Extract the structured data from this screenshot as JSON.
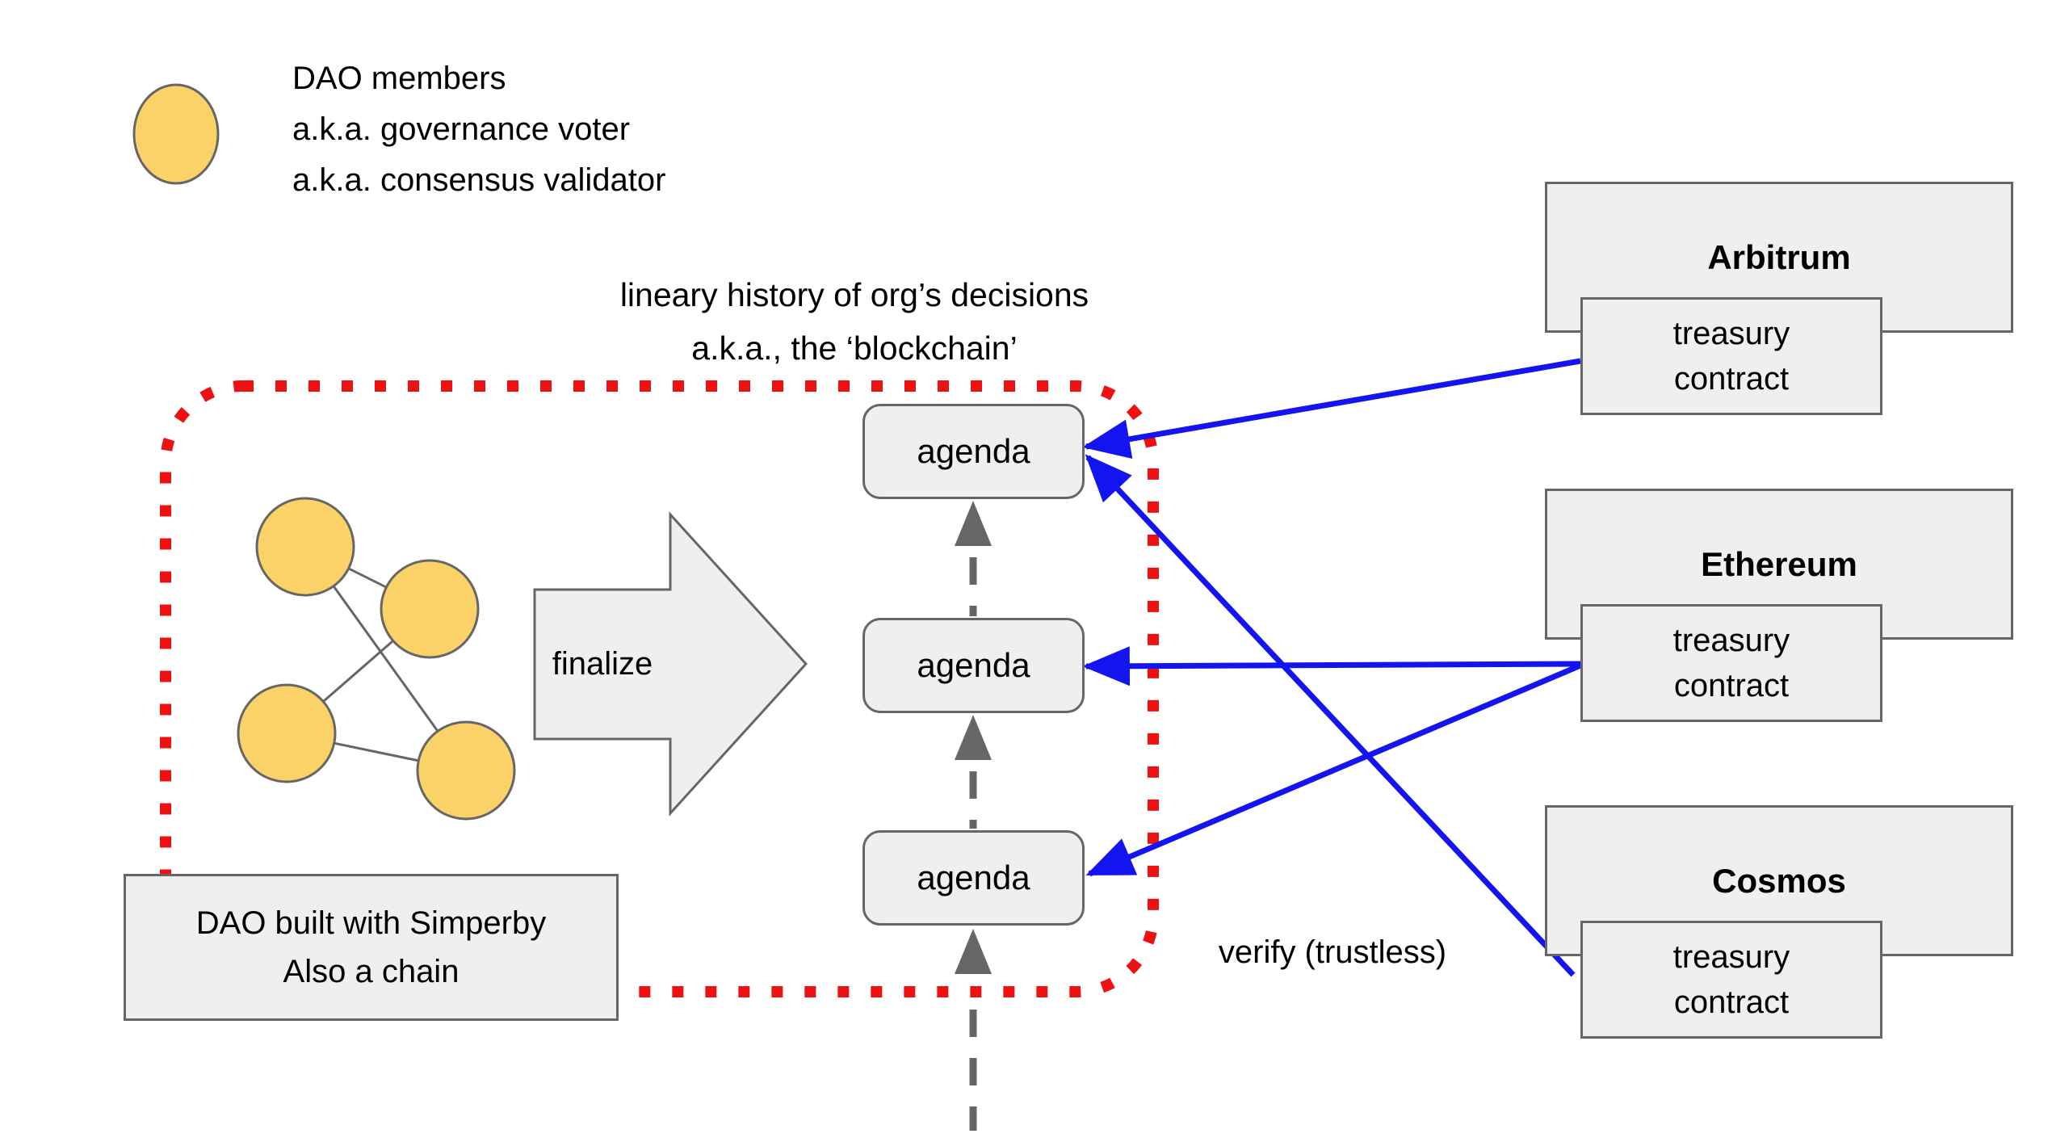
{
  "legend": {
    "lines": [
      "DAO members",
      "a.k.a. governance voter",
      "a.k.a. consensus validator"
    ]
  },
  "history_title": {
    "line1": "lineary history of org’s decisions",
    "line2": "a.k.a., the ‘blockchain’"
  },
  "finalize_label": "finalize",
  "agenda_boxes": [
    {
      "label": "agenda"
    },
    {
      "label": "agenda"
    },
    {
      "label": "agenda"
    }
  ],
  "dao_box": {
    "line1": "DAO built with Simperby",
    "line2": "Also a chain"
  },
  "verify_label": "verify (trustless)",
  "chains": [
    {
      "name": "Arbitrum",
      "contract_line1": "treasury",
      "contract_line2": "contract"
    },
    {
      "name": "Ethereum",
      "contract_line1": "treasury",
      "contract_line2": "contract"
    },
    {
      "name": "Cosmos",
      "contract_line1": "treasury",
      "contract_line2": "contract"
    }
  ],
  "colors": {
    "dotted_border": "#ee1111",
    "verify_arrow": "#1414f0",
    "member_fill": "#fbd267",
    "outline_gray": "#666666",
    "chain_arrow_gray": "#666666",
    "box_fill": "#efefef",
    "text": "#000000"
  }
}
